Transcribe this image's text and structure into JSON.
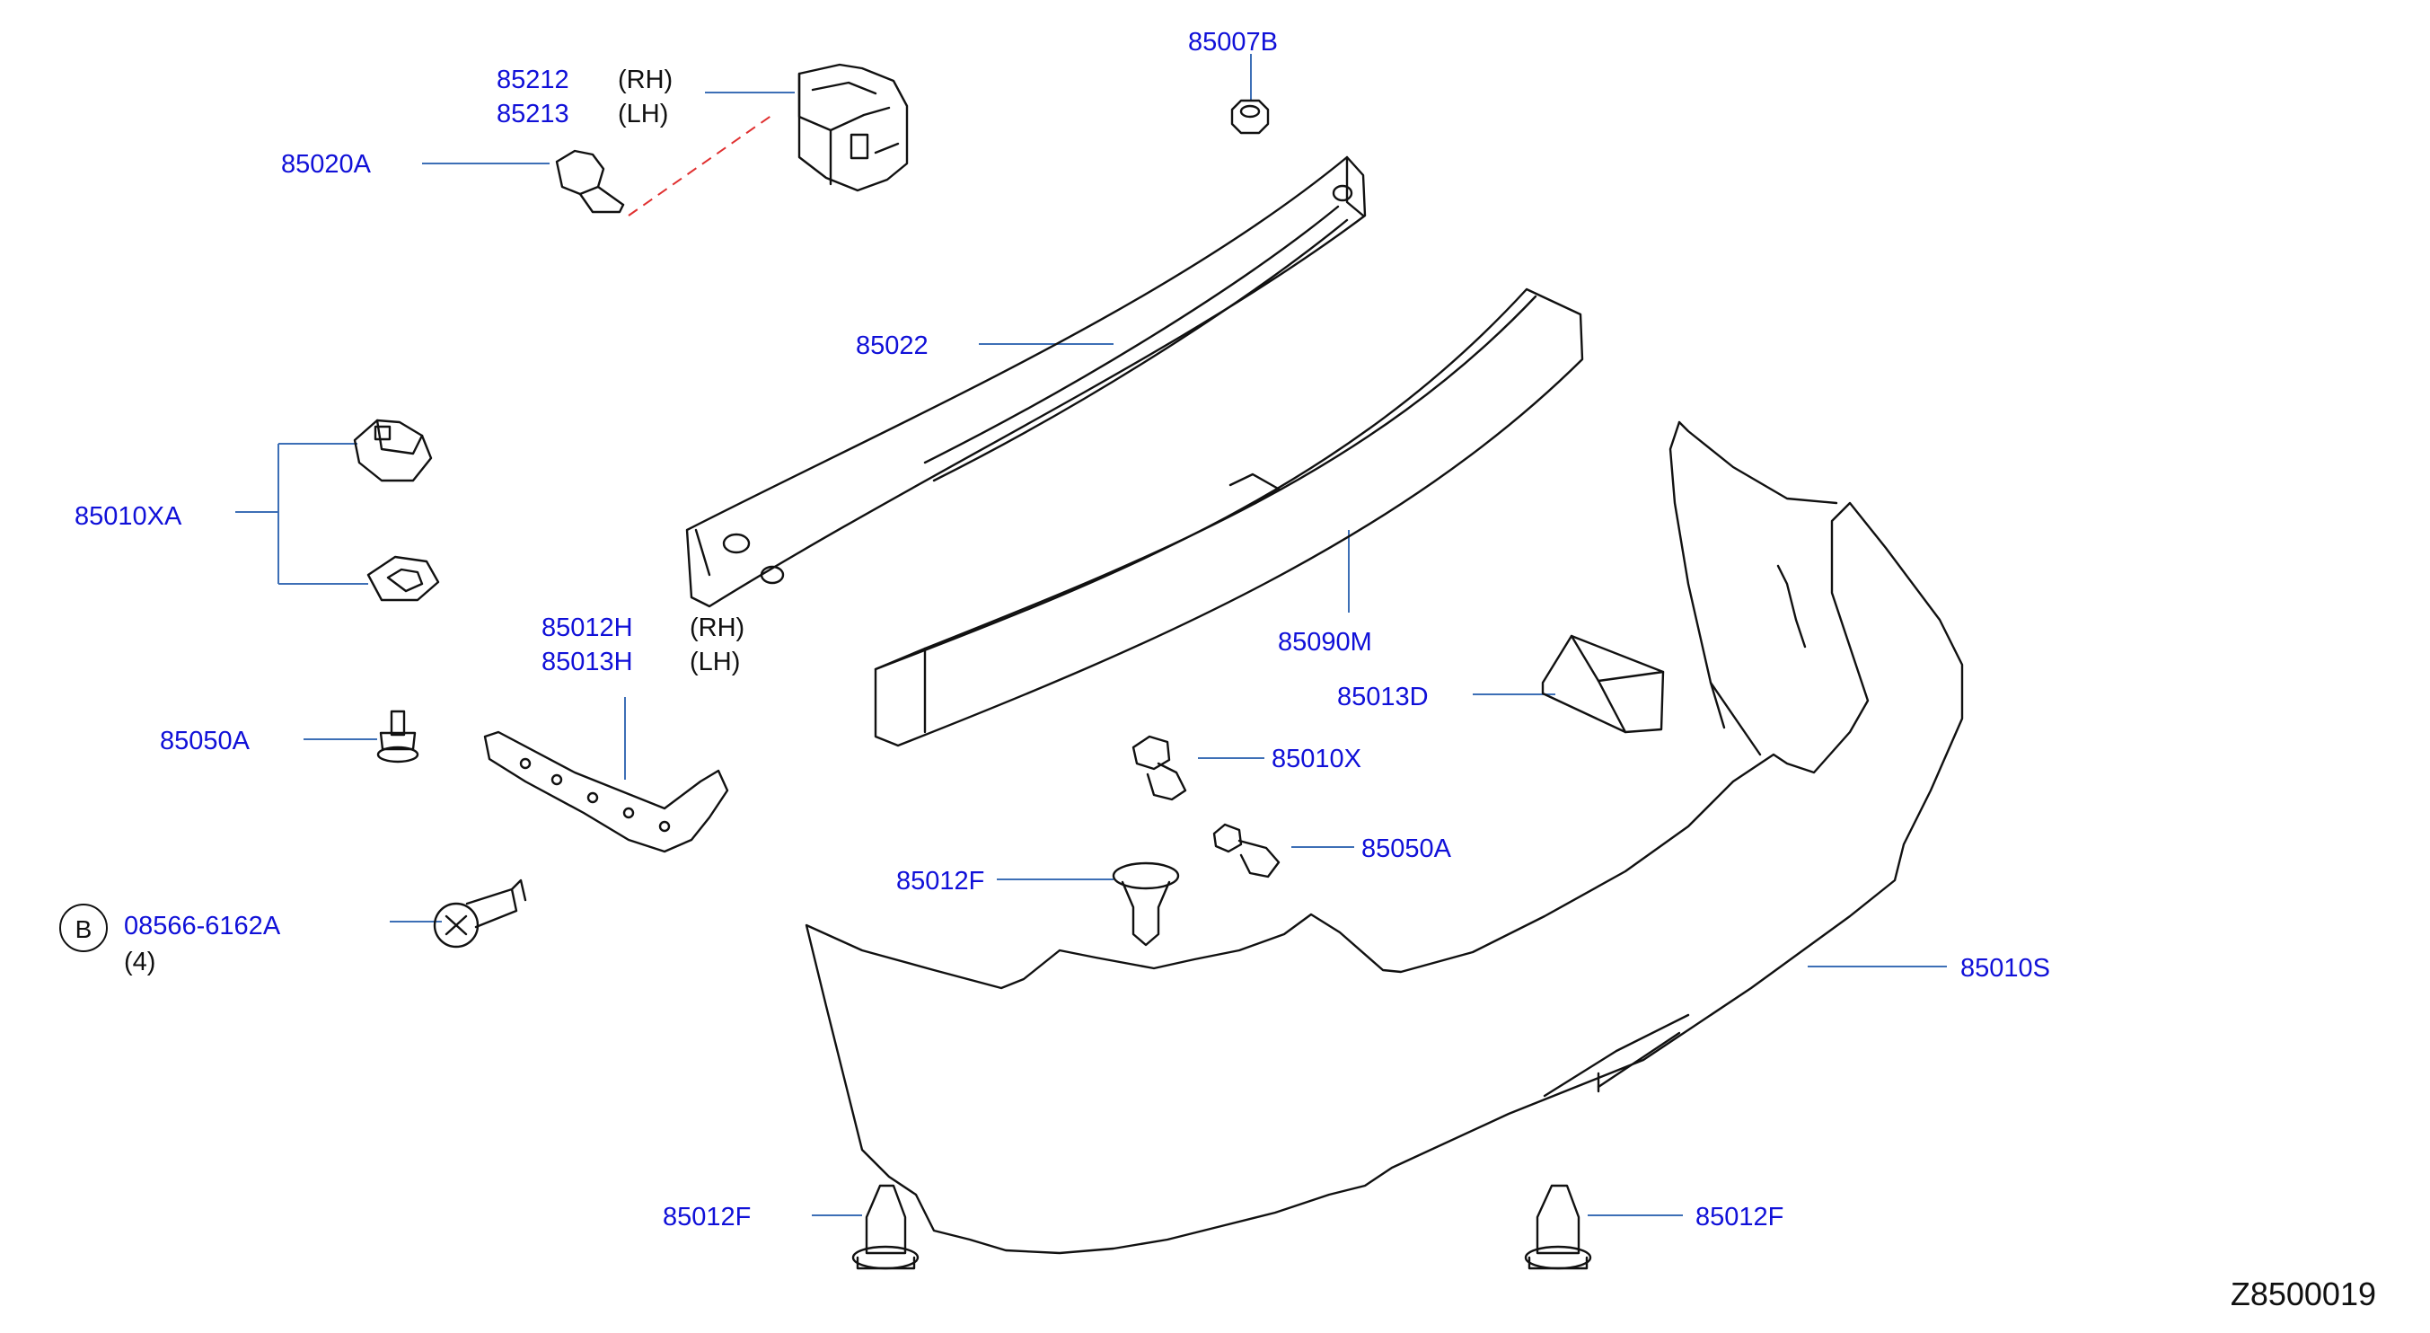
{
  "colors": {
    "label": "#1010d8",
    "line": "#3d6fb6",
    "stroke": "#111111",
    "dashed": "#e03030"
  },
  "labels": {
    "p85007B": "85007B",
    "p85212": "85212",
    "p85213": "85213",
    "rh1": "(RH)",
    "lh1": "(LH)",
    "p85020A": "85020A",
    "p85022": "85022",
    "p85010XA": "85010XA",
    "p85012H": "85012H",
    "p85013H": "85013H",
    "rh2": "(RH)",
    "lh2": "(LH)",
    "p85090M": "85090M",
    "p85013D": "85013D",
    "p85050A_left": "85050A",
    "p85010X": "85010X",
    "p85050A_right": "85050A",
    "p85012F_mid": "85012F",
    "p85010S": "85010S",
    "circle_b": "B",
    "p08566": "08566-6162A",
    "qty": "(4)",
    "p85012F_bl": "85012F",
    "p85012F_br": "85012F"
  },
  "diagram_id": "Z8500019"
}
